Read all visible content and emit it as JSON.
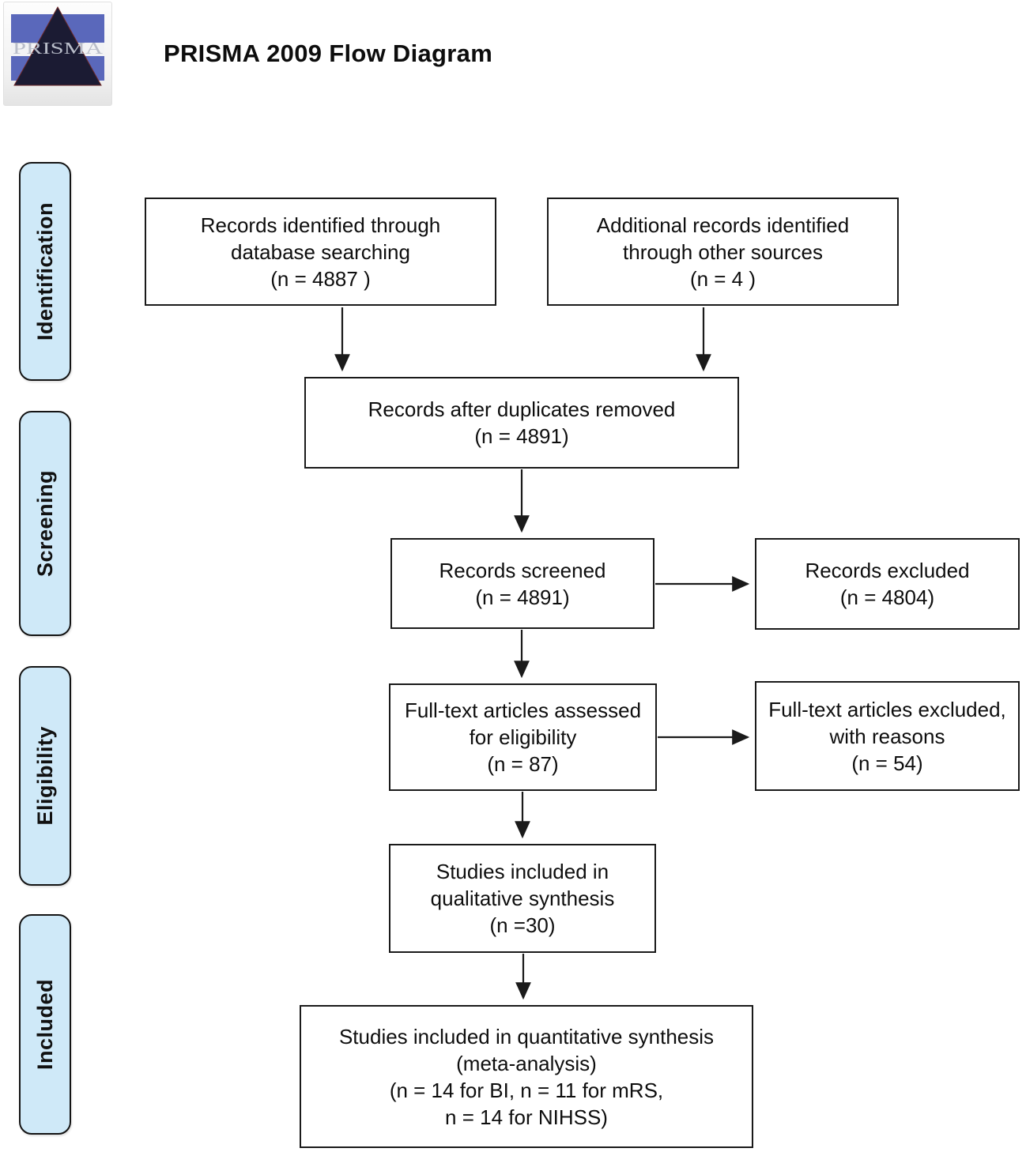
{
  "header": {
    "title": "PRISMA 2009 Flow Diagram",
    "logo_text": "PRISMA"
  },
  "colors": {
    "stage_fill": "#cfe9f8",
    "box_border": "#1a1a1a",
    "arrow": "#1a1a1a",
    "logo_blue": "#5a68bb",
    "logo_triangle": "#1b1b33"
  },
  "stages": [
    {
      "label": "Identification"
    },
    {
      "label": "Screening"
    },
    {
      "label": "Eligibility"
    },
    {
      "label": "Included"
    }
  ],
  "boxes": [
    {
      "id": "records-identified",
      "text": "Records identified through\ndatabase searching\n(n = 4887 )"
    },
    {
      "id": "additional-records",
      "text": "Additional records identified\nthrough other sources\n(n =  4 )"
    },
    {
      "id": "after-duplicates",
      "text": "Records after duplicates removed\n(n = 4891)"
    },
    {
      "id": "records-screened",
      "text": "Records screened\n(n = 4891)"
    },
    {
      "id": "records-excluded",
      "text": "Records excluded\n(n = 4804)"
    },
    {
      "id": "fulltext-assessed",
      "text": "Full-text articles assessed\nfor eligibility\n(n = 87)"
    },
    {
      "id": "fulltext-excluded",
      "text": "Full-text articles excluded,\nwith reasons\n(n = 54)"
    },
    {
      "id": "qualitative",
      "text": "Studies included in\nqualitative synthesis\n(n =30)"
    },
    {
      "id": "quantitative",
      "text": "Studies included in quantitative synthesis\n(meta-analysis)\n(n = 14 for BI, n = 11 for mRS,\nn = 14 for NIHSS)"
    }
  ]
}
